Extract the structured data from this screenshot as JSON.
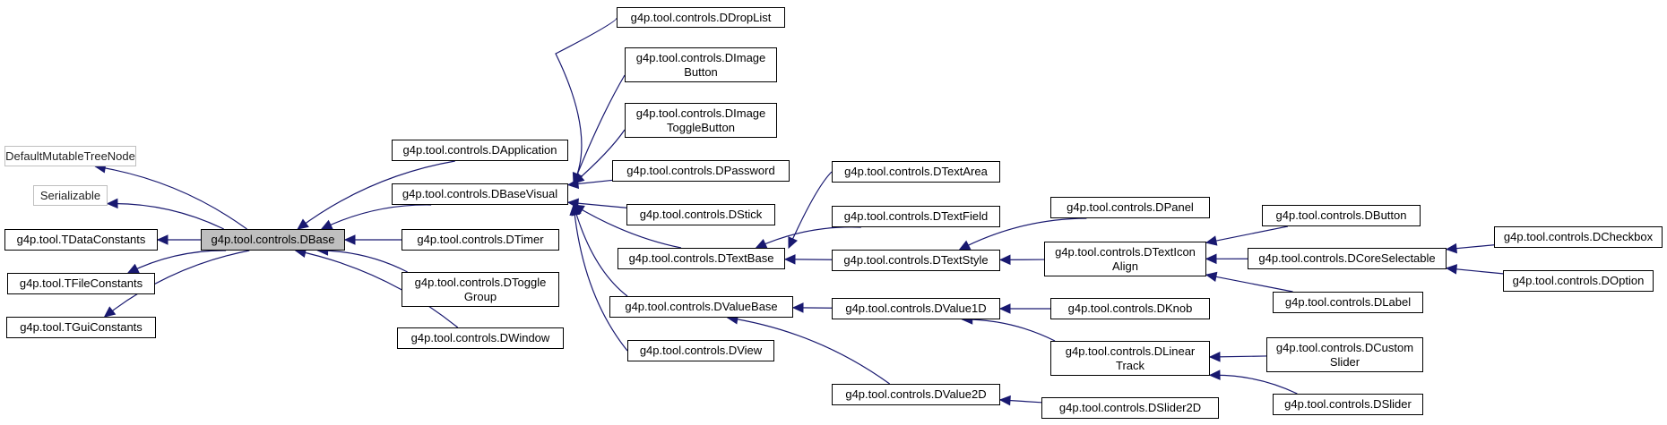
{
  "diagram": {
    "colors": {
      "edge": "#191970",
      "node_border": "#000000",
      "external_border": "#bfbfbf",
      "current_fill": "#bfbfbf"
    },
    "nodes": [
      {
        "id": "defaultmutabletreenode",
        "label": "DefaultMutableTreeNode",
        "kind": "external"
      },
      {
        "id": "serializable",
        "label": "Serializable",
        "kind": "external"
      },
      {
        "id": "tdataconstants",
        "label": "g4p.tool.TDataConstants",
        "kind": "class"
      },
      {
        "id": "tfileconstants",
        "label": "g4p.tool.TFileConstants",
        "kind": "class"
      },
      {
        "id": "tguiconstants",
        "label": "g4p.tool.TGuiConstants",
        "kind": "class"
      },
      {
        "id": "dbase",
        "label": "g4p.tool.controls.DBase",
        "kind": "current"
      },
      {
        "id": "dapplication",
        "label": "g4p.tool.controls.DApplication",
        "kind": "class"
      },
      {
        "id": "dbasevisual",
        "label": "g4p.tool.controls.DBaseVisual",
        "kind": "class"
      },
      {
        "id": "dtimer",
        "label": "g4p.tool.controls.DTimer",
        "kind": "class"
      },
      {
        "id": "dtogglegroup",
        "label": "g4p.tool.controls.DToggle\nGroup",
        "kind": "class"
      },
      {
        "id": "dwindow",
        "label": "g4p.tool.controls.DWindow",
        "kind": "class"
      },
      {
        "id": "ddroplist",
        "label": "g4p.tool.controls.DDropList",
        "kind": "class"
      },
      {
        "id": "dimagebutton",
        "label": "g4p.tool.controls.DImage\nButton",
        "kind": "class"
      },
      {
        "id": "dimagetogglebutton",
        "label": "g4p.tool.controls.DImage\nToggleButton",
        "kind": "class"
      },
      {
        "id": "dpassword",
        "label": "g4p.tool.controls.DPassword",
        "kind": "class"
      },
      {
        "id": "dstick",
        "label": "g4p.tool.controls.DStick",
        "kind": "class"
      },
      {
        "id": "dtextbase",
        "label": "g4p.tool.controls.DTextBase",
        "kind": "class"
      },
      {
        "id": "dvaluebase",
        "label": "g4p.tool.controls.DValueBase",
        "kind": "class"
      },
      {
        "id": "dview",
        "label": "g4p.tool.controls.DView",
        "kind": "class"
      },
      {
        "id": "dtextarea",
        "label": "g4p.tool.controls.DTextArea",
        "kind": "class"
      },
      {
        "id": "dtextfield",
        "label": "g4p.tool.controls.DTextField",
        "kind": "class"
      },
      {
        "id": "dtextstyle",
        "label": "g4p.tool.controls.DTextStyle",
        "kind": "class"
      },
      {
        "id": "dvalue1d",
        "label": "g4p.tool.controls.DValue1D",
        "kind": "class"
      },
      {
        "id": "dvalue2d",
        "label": "g4p.tool.controls.DValue2D",
        "kind": "class"
      },
      {
        "id": "dpanel",
        "label": "g4p.tool.controls.DPanel",
        "kind": "class"
      },
      {
        "id": "dtexticonalign",
        "label": "g4p.tool.controls.DTextIcon\nAlign",
        "kind": "class"
      },
      {
        "id": "dknob",
        "label": "g4p.tool.controls.DKnob",
        "kind": "class"
      },
      {
        "id": "dlineartrack",
        "label": "g4p.tool.controls.DLinear\nTrack",
        "kind": "class"
      },
      {
        "id": "dslider2d",
        "label": "g4p.tool.controls.DSlider2D",
        "kind": "class"
      },
      {
        "id": "dbutton",
        "label": "g4p.tool.controls.DButton",
        "kind": "class"
      },
      {
        "id": "dcoreselectable",
        "label": "g4p.tool.controls.DCoreSelectable",
        "kind": "class"
      },
      {
        "id": "dlabel",
        "label": "g4p.tool.controls.DLabel",
        "kind": "class"
      },
      {
        "id": "dcustomslider",
        "label": "g4p.tool.controls.DCustom\nSlider",
        "kind": "class"
      },
      {
        "id": "dslider",
        "label": "g4p.tool.controls.DSlider",
        "kind": "class"
      },
      {
        "id": "dcheckbox",
        "label": "g4p.tool.controls.DCheckbox",
        "kind": "class"
      },
      {
        "id": "doption",
        "label": "g4p.tool.controls.DOption",
        "kind": "class"
      }
    ],
    "edges": [
      {
        "from": "defaultmutabletreenode",
        "to": "dbase"
      },
      {
        "from": "serializable",
        "to": "dbase"
      },
      {
        "from": "tdataconstants",
        "to": "dbase"
      },
      {
        "from": "tfileconstants",
        "to": "dbase"
      },
      {
        "from": "tguiconstants",
        "to": "dbase"
      },
      {
        "from": "dbase",
        "to": "dapplication"
      },
      {
        "from": "dbase",
        "to": "dbasevisual"
      },
      {
        "from": "dbase",
        "to": "dtimer"
      },
      {
        "from": "dbase",
        "to": "dtogglegroup"
      },
      {
        "from": "dbase",
        "to": "dwindow"
      },
      {
        "from": "dbasevisual",
        "to": "ddroplist"
      },
      {
        "from": "dbasevisual",
        "to": "dimagebutton"
      },
      {
        "from": "dbasevisual",
        "to": "dimagetogglebutton"
      },
      {
        "from": "dbasevisual",
        "to": "dpassword"
      },
      {
        "from": "dbasevisual",
        "to": "dstick"
      },
      {
        "from": "dbasevisual",
        "to": "dtextbase"
      },
      {
        "from": "dbasevisual",
        "to": "dvaluebase"
      },
      {
        "from": "dbasevisual",
        "to": "dview"
      },
      {
        "from": "dtextbase",
        "to": "dtextarea"
      },
      {
        "from": "dtextbase",
        "to": "dtextfield"
      },
      {
        "from": "dtextbase",
        "to": "dtextstyle"
      },
      {
        "from": "dvaluebase",
        "to": "dvalue1d"
      },
      {
        "from": "dvaluebase",
        "to": "dvalue2d"
      },
      {
        "from": "dtextstyle",
        "to": "dpanel"
      },
      {
        "from": "dtextstyle",
        "to": "dtexticonalign"
      },
      {
        "from": "dvalue1d",
        "to": "dknob"
      },
      {
        "from": "dvalue1d",
        "to": "dlineartrack"
      },
      {
        "from": "dvalue2d",
        "to": "dslider2d"
      },
      {
        "from": "dtexticonalign",
        "to": "dbutton"
      },
      {
        "from": "dtexticonalign",
        "to": "dcoreselectable"
      },
      {
        "from": "dtexticonalign",
        "to": "dlabel"
      },
      {
        "from": "dlineartrack",
        "to": "dcustomslider"
      },
      {
        "from": "dlineartrack",
        "to": "dslider"
      },
      {
        "from": "dcoreselectable",
        "to": "dcheckbox"
      },
      {
        "from": "dcoreselectable",
        "to": "doption"
      }
    ]
  }
}
